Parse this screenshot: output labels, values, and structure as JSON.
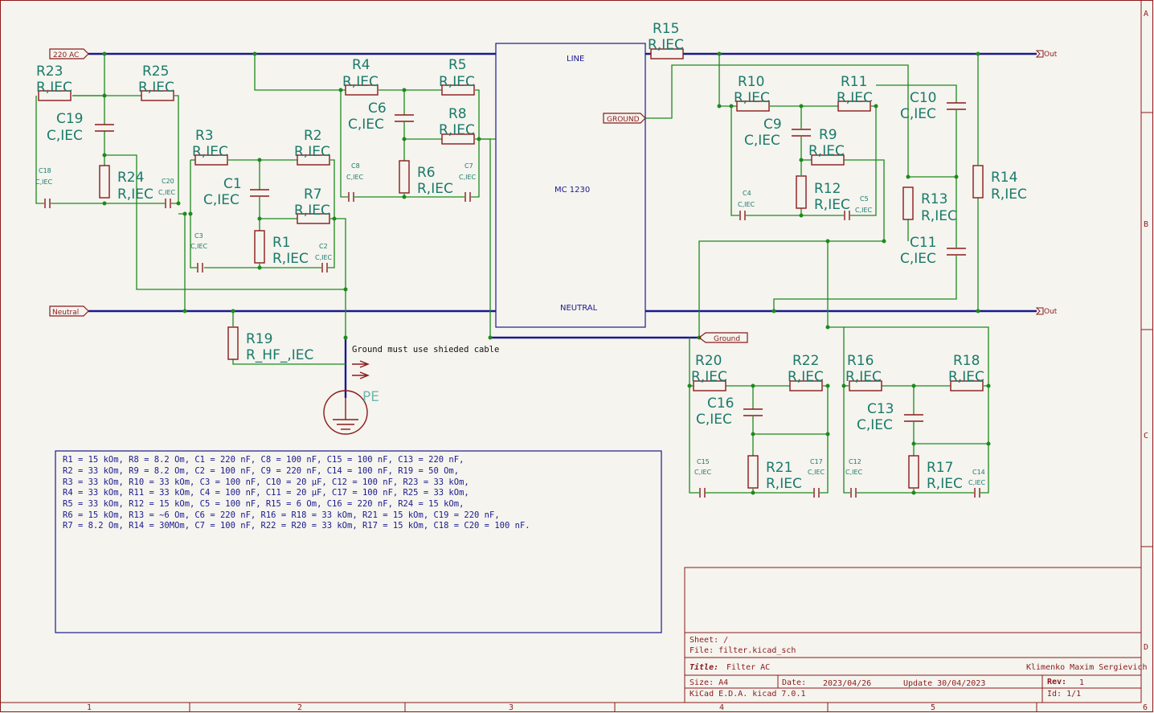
{
  "labels": {
    "ac_in": "220 AC",
    "neutral": "Neutral",
    "ground_in": "GROUND",
    "ground_out": "Ground",
    "out1": "Out",
    "out2": "Out",
    "pe": "PE"
  },
  "ic": {
    "name": "MC 1230",
    "line": "LINE",
    "ground": "GROUND",
    "neutral": "NEUTRAL"
  },
  "components": {
    "R1": {
      "ref": "R1",
      "val": "R,IEC"
    },
    "R2": {
      "ref": "R2",
      "val": "R,IEC"
    },
    "R3": {
      "ref": "R3",
      "val": "R,IEC"
    },
    "R4": {
      "ref": "R4",
      "val": "R,IEC"
    },
    "R5": {
      "ref": "R5",
      "val": "R,IEC"
    },
    "R6": {
      "ref": "R6",
      "val": "R,IEC"
    },
    "R7": {
      "ref": "R7",
      "val": "R,IEC"
    },
    "R8": {
      "ref": "R8",
      "val": "R,IEC"
    },
    "R9": {
      "ref": "R9",
      "val": "R,IEC"
    },
    "R10": {
      "ref": "R10",
      "val": "R,IEC"
    },
    "R11": {
      "ref": "R11",
      "val": "R,IEC"
    },
    "R12": {
      "ref": "R12",
      "val": "R,IEC"
    },
    "R13": {
      "ref": "R13",
      "val": "R,IEC"
    },
    "R14": {
      "ref": "R14",
      "val": "R,IEC"
    },
    "R15": {
      "ref": "R15",
      "val": "R,IEC"
    },
    "R16": {
      "ref": "R16",
      "val": "R,IEC"
    },
    "R17": {
      "ref": "R17",
      "val": "R,IEC"
    },
    "R18": {
      "ref": "R18",
      "val": "R,IEC"
    },
    "R19": {
      "ref": "R19",
      "val": "R_HF_,IEC"
    },
    "R20": {
      "ref": "R20",
      "val": "R,IEC"
    },
    "R21": {
      "ref": "R21",
      "val": "R,IEC"
    },
    "R22": {
      "ref": "R22",
      "val": "R,IEC"
    },
    "R23": {
      "ref": "R23",
      "val": "R,IEC"
    },
    "R24": {
      "ref": "R24",
      "val": "R,IEC"
    },
    "R25": {
      "ref": "R25",
      "val": "R,IEC"
    },
    "C1": {
      "ref": "C1",
      "val": "C,IEC"
    },
    "C6": {
      "ref": "C6",
      "val": "C,IEC"
    },
    "C9": {
      "ref": "C9",
      "val": "C,IEC"
    },
    "C10": {
      "ref": "C10",
      "val": "C,IEC"
    },
    "C11": {
      "ref": "C11",
      "val": "C,IEC"
    },
    "C13": {
      "ref": "C13",
      "val": "C,IEC"
    },
    "C16": {
      "ref": "C16",
      "val": "C,IEC"
    },
    "C19": {
      "ref": "C19",
      "val": "C,IEC"
    },
    "C2": {
      "ref": "C2",
      "val": "C,IEC"
    },
    "C3": {
      "ref": "C3",
      "val": "C,IEC"
    },
    "C4": {
      "ref": "C4",
      "val": "C,IEC"
    },
    "C5": {
      "ref": "C5",
      "val": "C,IEC"
    },
    "C7": {
      "ref": "C7",
      "val": "C,IEC"
    },
    "C8": {
      "ref": "C8",
      "val": "C,IEC"
    },
    "C12": {
      "ref": "C12",
      "val": "C,IEC"
    },
    "C14": {
      "ref": "C14",
      "val": "C,IEC"
    },
    "C15": {
      "ref": "C15",
      "val": "C,IEC"
    },
    "C17": {
      "ref": "C17",
      "val": "C,IEC"
    },
    "C18": {
      "ref": "C18",
      "val": "C,IEC"
    },
    "C20": {
      "ref": "C20",
      "val": "C,IEC"
    }
  },
  "ground_note": "Ground must use shieded cable",
  "notes": [
    "R1 = 15 kOm, R8 = 8.2 Om, C1 = 220 nF,  C8 = 100 nF, C15 = 100 nF, C13 = 220 nF,",
    "R2 = 33 kOm, R9 = 8.2 Om, C2 = 100 nF,  C9 = 220 nF, C14 = 100 nF, R19 = 50 Om,",
    "R3 = 33 kOm, R10 = 33 kOm, C3 = 100 nF, C10 = 20 µF, C12 = 100 nF, R23 = 33 kOm,",
    "R4 = 33 kOm, R11 = 33 kOm, C4 = 100 nF, C11 = 20 µF, C17 = 100 nF, R25 = 33 kOm,",
    "R5 = 33 kOm, R12 = 15 kOm, C5 = 100 nF, R15 = 6 Om,  C16 = 220 nF, R24 = 15 kOm,",
    "R6 = 15 kOm, R13 = ~6 Om, C6 = 220 nF,  R16 = R18 = 33 kOm, R21 = 15 kOm, C19 = 220 nF,",
    "R7 = 8.2 Om, R14 = 30MOm, C7 = 100 nF,  R22 = R20 = 33 kOm, R17 = 15 kOm, C18 = C20 = 100 nF."
  ],
  "title_block": {
    "sheet": "Sheet: /",
    "file": "File: filter.kicad_sch",
    "title_label": "Title:",
    "title": "Filter AC",
    "author": "Klimenko Maxim Sergievich",
    "size": "Size: A4",
    "date_label": "Date:",
    "date": "2023/04/26",
    "update": "Update 30/04/2023",
    "rev_label": "Rev:",
    "rev": "1",
    "tool": "KiCad E.D.A.  kicad 7.0.1",
    "id": "Id: 1/1"
  },
  "border": {
    "columns": [
      "1",
      "2",
      "3",
      "4",
      "5",
      "6"
    ],
    "rows": [
      "A",
      "B",
      "C",
      "D"
    ]
  }
}
